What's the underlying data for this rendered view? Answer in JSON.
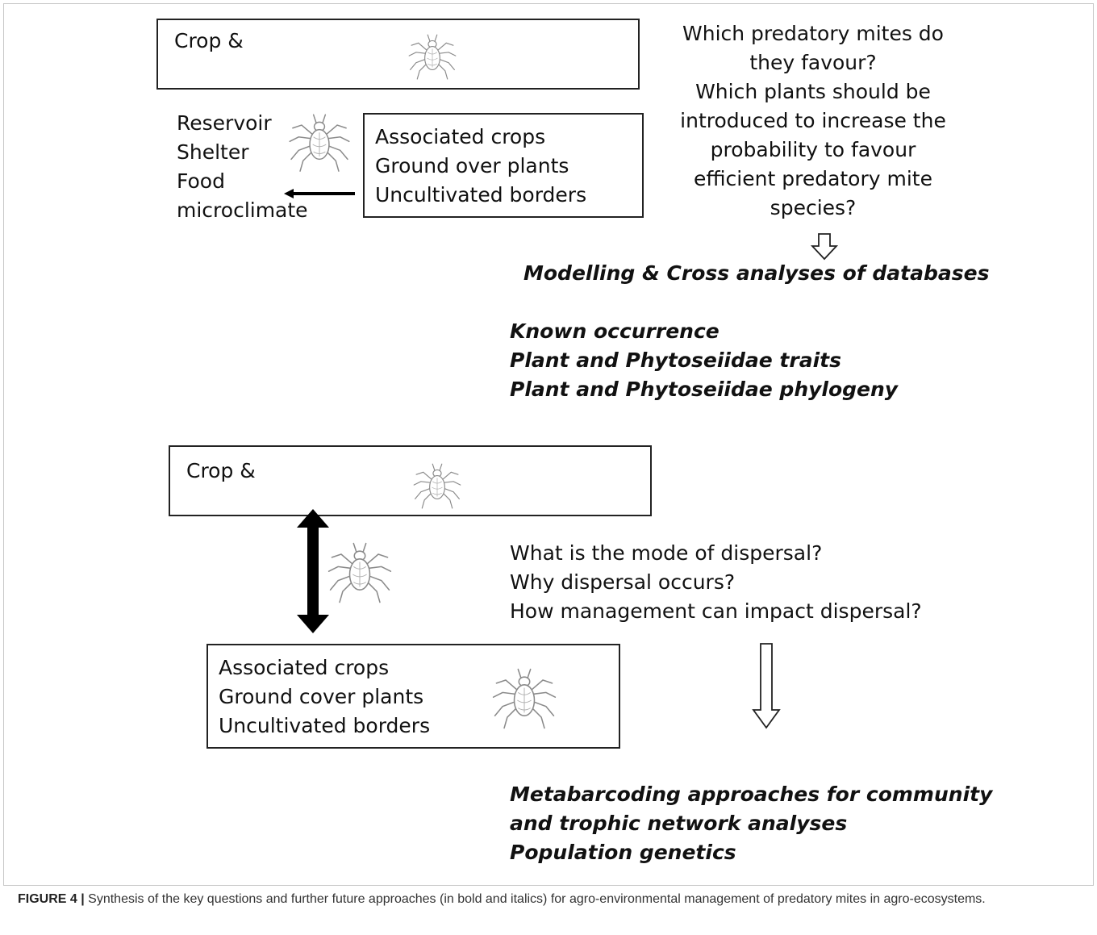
{
  "top": {
    "crop_label": "Crop &",
    "left_list": [
      "Reservoir",
      "Shelter",
      "Food",
      "microclimate"
    ],
    "assoc_list": [
      "Associated crops",
      "Ground over plants",
      "Uncultivated borders"
    ],
    "questions": [
      "Which predatory mites do",
      "they favour?",
      "Which plants should be",
      "introduced to increase the",
      "probability to favour",
      "efficient predatory mite",
      "species?"
    ],
    "approach_title": "Modelling & Cross analyses of databases",
    "approach_list": [
      "Known occurrence",
      "Plant and Phytoseiidae traits",
      "Plant and Phytoseiidae phylogeny"
    ]
  },
  "bottom": {
    "crop_label": "Crop &",
    "assoc_list": [
      "Associated crops",
      "Ground cover plants",
      "Uncultivated borders"
    ],
    "questions": [
      "What is the  mode of dispersal?",
      "Why dispersal occurs?",
      "How management can impact dispersal?"
    ],
    "approach_list": [
      "Metabarcoding approaches for community",
      "and trophic network analyses",
      "Population genetics"
    ]
  },
  "caption": {
    "label": "FIGURE 4 |",
    "text": " Synthesis of the key questions and further future approaches (in bold and italics) for agro-environmental management of predatory mites in agro-ecosystems."
  },
  "icons": [
    "mite-icon",
    "left-arrow-icon",
    "double-arrow-icon",
    "hollow-down-arrow-icon"
  ]
}
